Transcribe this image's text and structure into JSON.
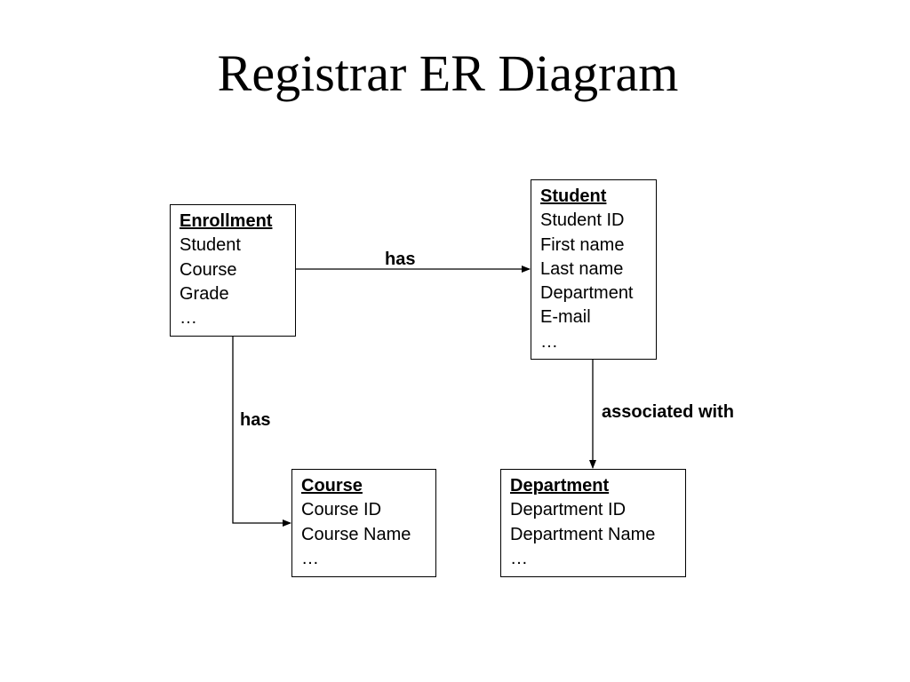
{
  "title": "Registrar ER Diagram",
  "entities": {
    "enrollment": {
      "name": "Enrollment",
      "attributes": [
        "Student",
        "Course",
        "Grade",
        "…"
      ]
    },
    "student": {
      "name": "Student",
      "attributes": [
        "Student ID",
        "First name",
        "Last name",
        "Department",
        "E-mail",
        "…"
      ]
    },
    "course": {
      "name": "Course",
      "attributes": [
        "Course ID",
        "Course Name",
        "…"
      ]
    },
    "department": {
      "name": "Department",
      "attributes": [
        "Department ID",
        "Department Name",
        "…"
      ]
    }
  },
  "relationships": {
    "enrollment_student": "has",
    "enrollment_course": "has",
    "student_department": "associated with"
  }
}
